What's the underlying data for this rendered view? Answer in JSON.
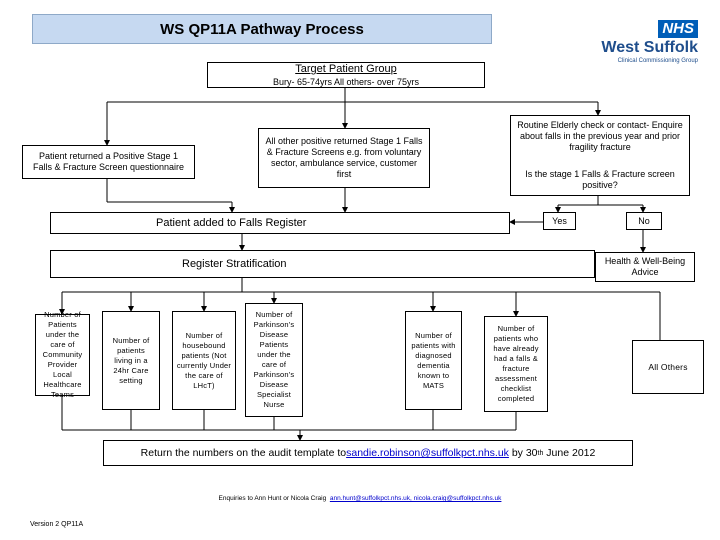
{
  "title": "WS QP11A Pathway Process",
  "logo": {
    "nhs": "NHS",
    "org": "West Suffolk",
    "sub": "Clinical Commissioning Group"
  },
  "target_group": {
    "label": "Target Patient Group",
    "detail": "Bury- 65-74yrs All others- over 75yrs"
  },
  "left_source": "Patient returned a Positive Stage 1 Falls & Fracture Screen questionnaire",
  "middle_source": "All other positive returned Stage 1 Falls & Fracture Screens e.g. from voluntary sector, ambulance service, customer first",
  "right_source": {
    "line1": "Routine Elderly check or contact- Enquire about falls in the previous year and prior fragility fracture",
    "line2": "Is the stage 1 Falls & Fracture screen positive?"
  },
  "falls_register": "Patient added to Falls Register",
  "yes": "Yes",
  "no": "No",
  "stratification": "Register Stratification",
  "health_wellbeing": "Health & Well-Being Advice",
  "categories": [
    "Number of Patients under the care of Community Provider Local Healthcare Teams",
    "Number of patients living in a 24hr Care setting",
    "Number of housebound patients (Not currently Under the care of LHcT)",
    "Number of Parkinson's Disease Patients under the care of Parkinson's Disease Specialist Nurse",
    "Number of patients with diagnosed dementia known to MATS",
    "Number of patients who have already had a falls & fracture assessment checklist completed"
  ],
  "all_others": "All Others",
  "return_text": {
    "before": "Return the numbers on the audit template to ",
    "email": "sandie.robinson@suffolkpct.nhs.uk",
    "after": " by 30",
    "sup": "th",
    "end": " June 2012"
  },
  "enquiries": {
    "before": "Enquiries to Ann Hunt or Nicola Craig ",
    "emails": "ann.hunt@suffolkpct.nhs.uk, nicola.craig@suffolkpct.nhs.uk"
  },
  "version": "Version 2 QP11A"
}
